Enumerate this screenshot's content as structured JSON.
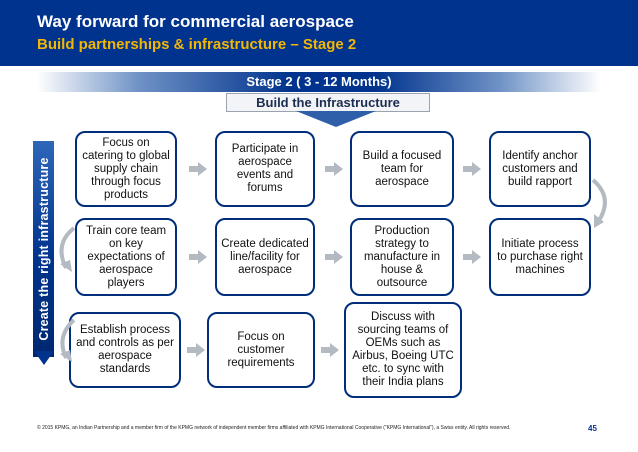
{
  "header": {
    "title": "Way forward for commercial aerospace",
    "subtitle": "Build partnerships & infrastructure – Stage 2"
  },
  "stage": {
    "label": "Stage 2 ( 3 - 12 Months)",
    "theme": "Build the Infrastructure"
  },
  "side_label": "Create the right infrastructure",
  "rows": [
    [
      "Focus on catering to global supply chain through focus products",
      "Participate in aerospace events and forums",
      "Build a focused team for aerospace",
      "Identify anchor customers and build rapport"
    ],
    [
      "Train core team on key expectations of aerospace players",
      "Create dedicated line/facility for aerospace",
      "Production strategy to manufacture in house & outsource",
      "Initiate process to purchase right machines"
    ],
    [
      "Establish process and controls as per aerospace standards",
      "Focus on customer requirements",
      "Discuss with sourcing teams of OEMs such as Airbus, Boeing UTC etc. to sync with their India plans"
    ]
  ],
  "colors": {
    "brand": "#00338D",
    "accent": "#F2B705",
    "arrow": "#b4bac2"
  },
  "footer": "© 2015 KPMG, an Indian Partnership and a member firm of the KPMG network of independent member firms affiliated with KPMG International Cooperative (“KPMG International”), a Swiss entity. All rights reserved.",
  "page_number": "45"
}
